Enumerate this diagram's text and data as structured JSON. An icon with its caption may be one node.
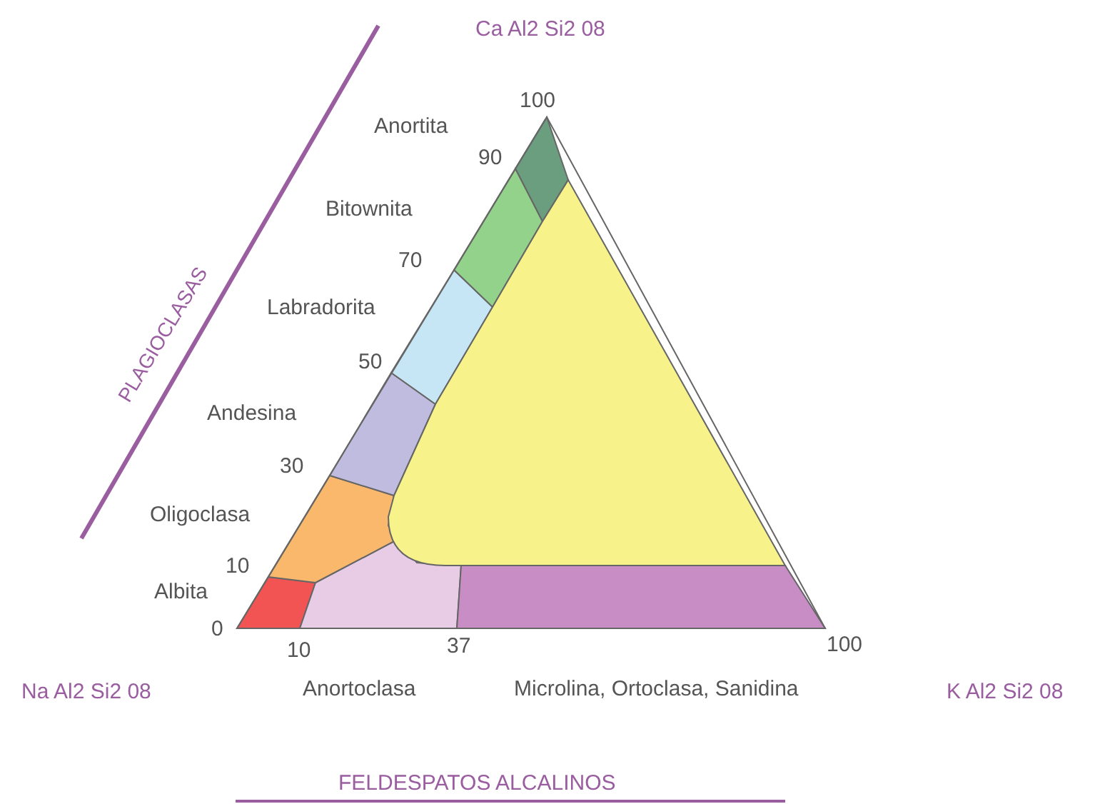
{
  "diagram": {
    "labels": [
      "Ca Al2 Si2 08",
      "100",
      "Anortita",
      "90",
      "Bitownita",
      "70",
      "Labradorita",
      "PLAGIOCLASAS",
      "50",
      "Andesina",
      "30",
      "Oligoclasa",
      "10",
      "Albita",
      "0",
      "10",
      "37",
      "100",
      "Na Al2 Si2 08",
      "Anortoclasa",
      "Microlina, Ortoclasa, Sanidina",
      "K Al2 Si2 08",
      "FELDESPATOS ALCALINOS"
    ]
  }
}
